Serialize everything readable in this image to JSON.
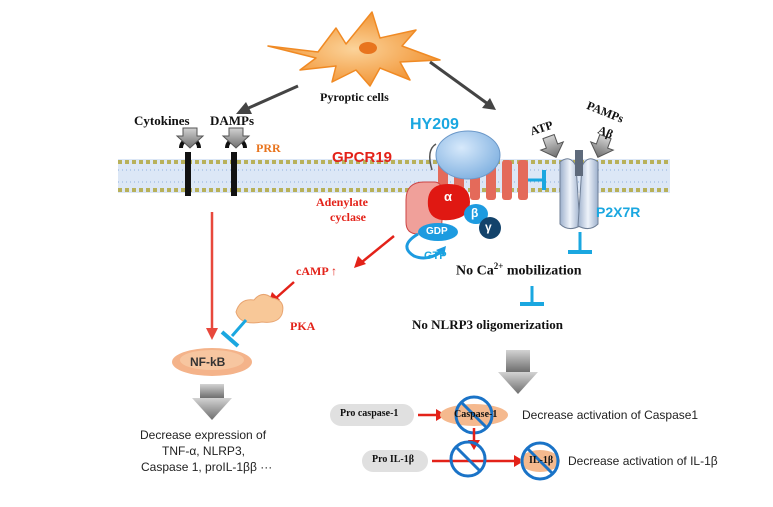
{
  "top": {
    "pyroptic_cells": "Pyroptic cells"
  },
  "left": {
    "cytokines": "Cytokines",
    "damps": "DAMPs",
    "prr": "PRR",
    "nfkb": "NF-kB",
    "decrease_line1": "Decrease expression of",
    "decrease_line2": "TNF-α, NLRP3,",
    "decrease_line3": "Caspase 1, proIL-1ββ ···"
  },
  "center": {
    "hy209": "HY209",
    "gpcr19": "GPCR19",
    "adenylate1": "Adenylate",
    "adenylate2": "cyclase",
    "alpha": "α",
    "beta": "β",
    "gamma": "γ",
    "gdp": "GDP",
    "gtp": "GTP",
    "camp": "cAMP ↑",
    "pka": "PKA"
  },
  "right": {
    "atp": "ATP",
    "pamps": "PAMPs",
    "abeta": "Aβ",
    "p2x7r": "P2X7R",
    "no_ca_prefix": "No Ca",
    "no_ca_sup": "2+",
    "no_ca_suffix": " mobilization",
    "no_nlrp3": "No NLRP3 oligomerization"
  },
  "bottom": {
    "pro_caspase": "Pro caspase-1",
    "caspase": "Caspase-1",
    "decrease_caspase": "Decrease activation of Caspase1",
    "pro_il": "Pro IL-1β",
    "il": "IL-1β",
    "decrease_il": "Decrease activation of IL-1β"
  },
  "colors": {
    "inhibit": "#1aa7e0",
    "activate": "#e32219",
    "membrane": "#c9d9f2",
    "cell": "#f08a24"
  }
}
